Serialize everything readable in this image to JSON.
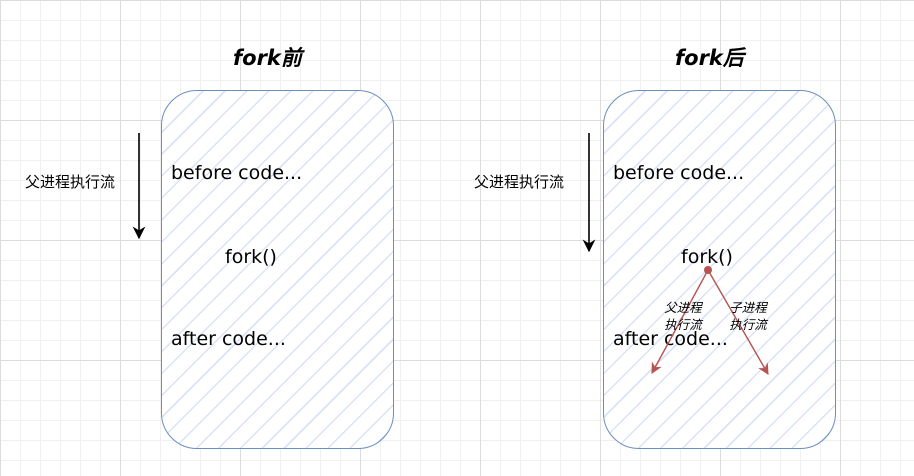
{
  "before_panel": {
    "title": "fork前",
    "side_label": "父进程执行流",
    "before_code": "before code...",
    "fork_call": "fork()",
    "after_code": "after code..."
  },
  "after_panel": {
    "title": "fork后",
    "side_label": "父进程执行流",
    "before_code": "before code...",
    "fork_call": "fork()",
    "after_code": "after code...",
    "parent_branch_label": "父进程\n执行流",
    "child_branch_label": "子进程\n执行流"
  },
  "colors": {
    "box_border": "#6c8ebf",
    "box_hatch": "#dae3f6",
    "branch_arrow": "#b85450"
  }
}
